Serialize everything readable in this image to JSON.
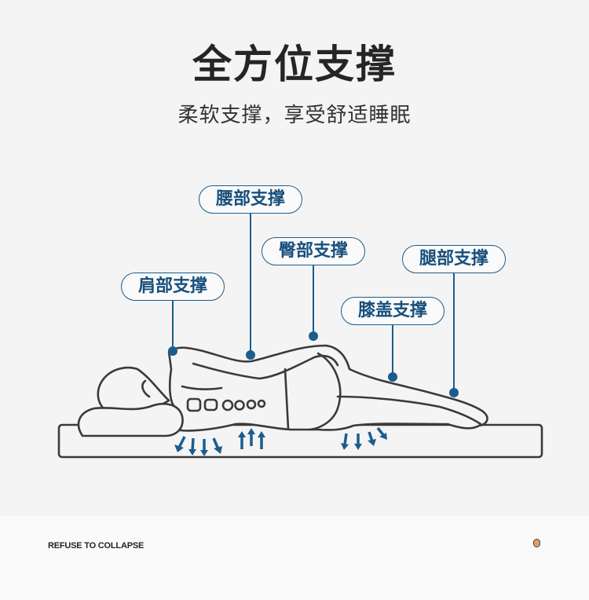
{
  "header": {
    "title": "全方位支撑",
    "subtitle": "柔软支撑，享受舒适睡眠"
  },
  "labels": {
    "waist": "腰部支撑",
    "hip": "臀部支撑",
    "leg": "腿部支撑",
    "shoulder": "肩部支撑",
    "knee": "膝盖支撑"
  },
  "footer": {
    "tagline": "REFUSE TO COLLAPSE"
  },
  "colors": {
    "accent": "#1b5d8d",
    "outline": "#3a3a3a"
  }
}
